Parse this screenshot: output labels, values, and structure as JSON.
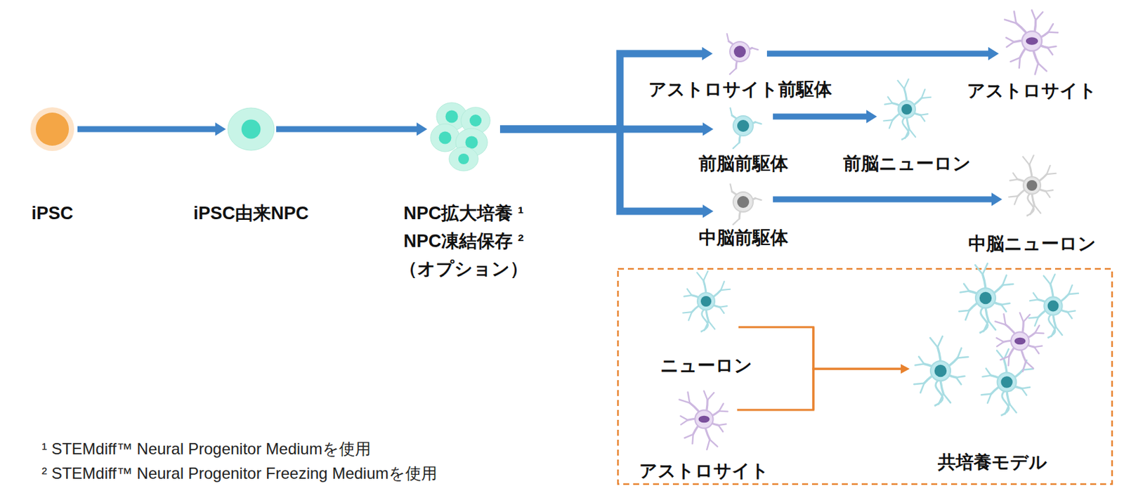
{
  "diagram": {
    "nodes": [
      {
        "text": [
          "iPSC"
        ]
      },
      {
        "text": [
          "iPSC由来NPC"
        ]
      },
      {
        "text": [
          "NPC拡大培養 ¹",
          "NPC凍結保存 ²",
          "（オプション）"
        ]
      },
      {
        "text": [
          "アストロサイト前駆体"
        ]
      },
      {
        "text": [
          "前脳前駆体"
        ]
      },
      {
        "text": [
          "中脳前駆体"
        ]
      },
      {
        "text": [
          "アストロサイト"
        ]
      },
      {
        "text": [
          "前脳ニューロン"
        ]
      },
      {
        "text": [
          "中脳ニューロン"
        ]
      },
      {
        "text": [
          "ニューロン"
        ]
      },
      {
        "text": [
          "アストロサイト"
        ]
      },
      {
        "text": [
          "共培養モデル"
        ]
      }
    ],
    "edges": [
      {
        "from": 0,
        "to": 1,
        "arrow": "to"
      },
      {
        "from": 1,
        "to": 2,
        "arrow": "to"
      },
      {
        "from": 2,
        "to": 3,
        "arrow": "to"
      },
      {
        "from": 2,
        "to": 4,
        "arrow": "to"
      },
      {
        "from": 2,
        "to": 5,
        "arrow": "to"
      },
      {
        "from": 3,
        "to": 6,
        "arrow": "to"
      },
      {
        "from": 4,
        "to": 7,
        "arrow": "to"
      },
      {
        "from": 5,
        "to": 8,
        "arrow": "to"
      },
      {
        "from": 9,
        "to": 11,
        "arrow": "to"
      },
      {
        "from": 10,
        "to": 11,
        "arrow": "to"
      }
    ],
    "labels": [
      "¹ STEMdiff™ Neural Progenitor Mediumを使用",
      "² STEMdiff™ Neural Progenitor Freezing Mediumを使用"
    ]
  }
}
